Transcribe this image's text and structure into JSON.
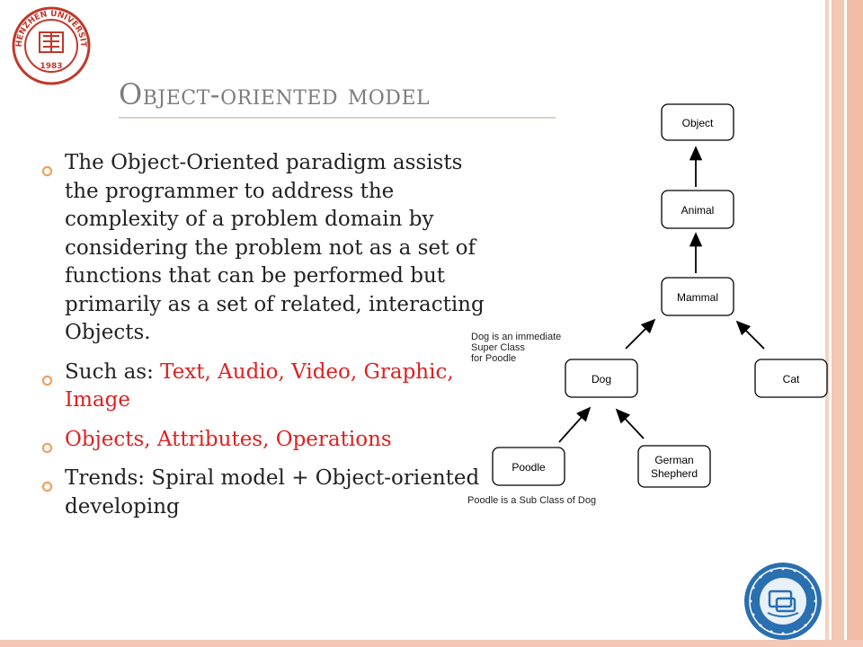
{
  "slide": {
    "title": "Object-oriented model",
    "bullets": [
      {
        "parts": [
          {
            "text": "The Object-Oriented paradigm assists the programmer to address the complexity of a problem domain by considering the problem not as a set of functions that can be performed but primarily as a set of related, interacting Objects.",
            "red": false
          }
        ]
      },
      {
        "parts": [
          {
            "text": "Such as: ",
            "red": false
          },
          {
            "text": "Text, Audio, Video, Graphic, Image",
            "red": true
          }
        ]
      },
      {
        "parts": [
          {
            "text": "Objects, Attributes, Operations",
            "red": true
          }
        ]
      },
      {
        "parts": [
          {
            "text": "Trends:  Spiral model + Object-oriented developing",
            "red": false
          }
        ]
      }
    ]
  },
  "diagram": {
    "nodes": {
      "object": "Object",
      "animal": "Animal",
      "mammal": "Mammal",
      "dog": "Dog",
      "cat": "Cat",
      "poodle": "Poodle",
      "german_shepherd_line1": "German",
      "german_shepherd_line2": "Shepherd"
    },
    "note_dog": [
      "Dog is an immediate",
      "Super Class",
      "for Poodle"
    ],
    "note_poodle": "Poodle is a Sub Class of Dog"
  },
  "logos": {
    "top_left_year": "1983",
    "top_left_ring_text": "SHENZHEN UNIVERSITY"
  },
  "colors": {
    "title": "#7d7d7d",
    "bullet_dot": "#f0a060",
    "highlight_red": "#e02020",
    "frame_pink": "#f4c8b4",
    "logo_red": "#c0392b",
    "logo_blue": "#2a6fb0"
  }
}
